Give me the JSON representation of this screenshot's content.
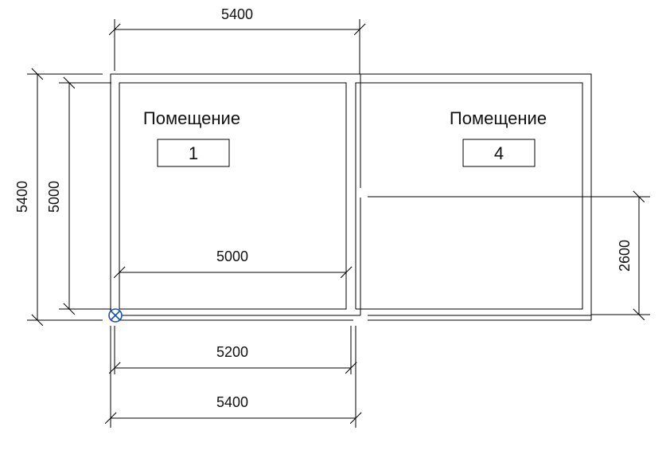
{
  "colors": {
    "line": "#000000",
    "text": "#111111",
    "origin_marker": "#1a4fc4",
    "background": "#ffffff"
  },
  "rooms": [
    {
      "name": "Помещение",
      "number": "1"
    },
    {
      "name": "Помещение",
      "number": "4"
    }
  ],
  "dimensions": {
    "top_overall": "5400",
    "left_outer": "5400",
    "left_inner": "5000",
    "room1_inner_width": "5000",
    "bottom_inner": "5200",
    "bottom_outer": "5400",
    "right_partial": "2600"
  },
  "markers": {
    "origin": "survey-point-icon"
  }
}
